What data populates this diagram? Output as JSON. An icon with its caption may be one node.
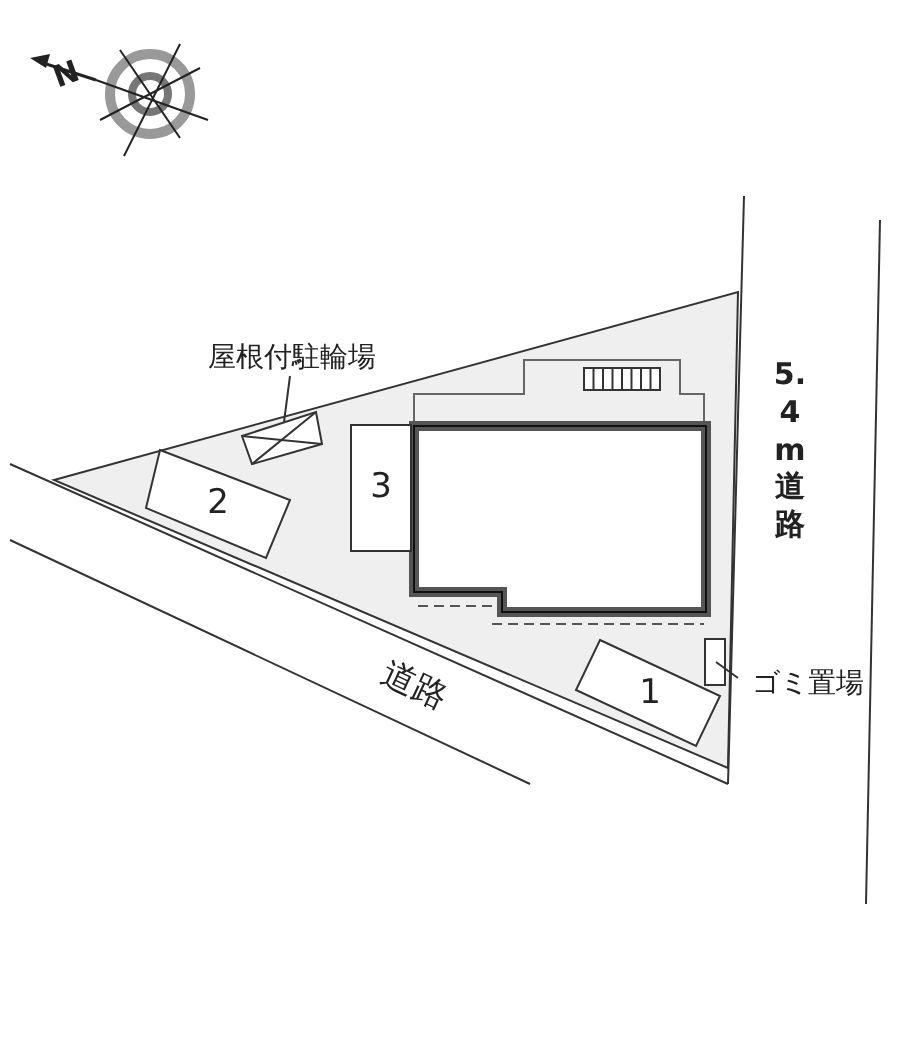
{
  "diagram": {
    "nodes": [
      {
        "text": [
          "屋根付駐輪場"
        ]
      },
      {
        "text": [],
        "shape": "box"
      },
      {
        "text": [
          "2"
        ]
      },
      {
        "text": [
          "3"
        ]
      },
      {
        "text": [
          "1"
        ]
      },
      {
        "text": [
          "ゴミ置場"
        ]
      },
      {
        "text": [],
        "shape": "box"
      }
    ],
    "edges": [
      {
        "from": 0,
        "to": 1,
        "arrow": "none"
      },
      {
        "from": 5,
        "to": 6,
        "arrow": "none"
      }
    ],
    "labels": [
      "N",
      "5.4 m 道路",
      "道路"
    ]
  }
}
